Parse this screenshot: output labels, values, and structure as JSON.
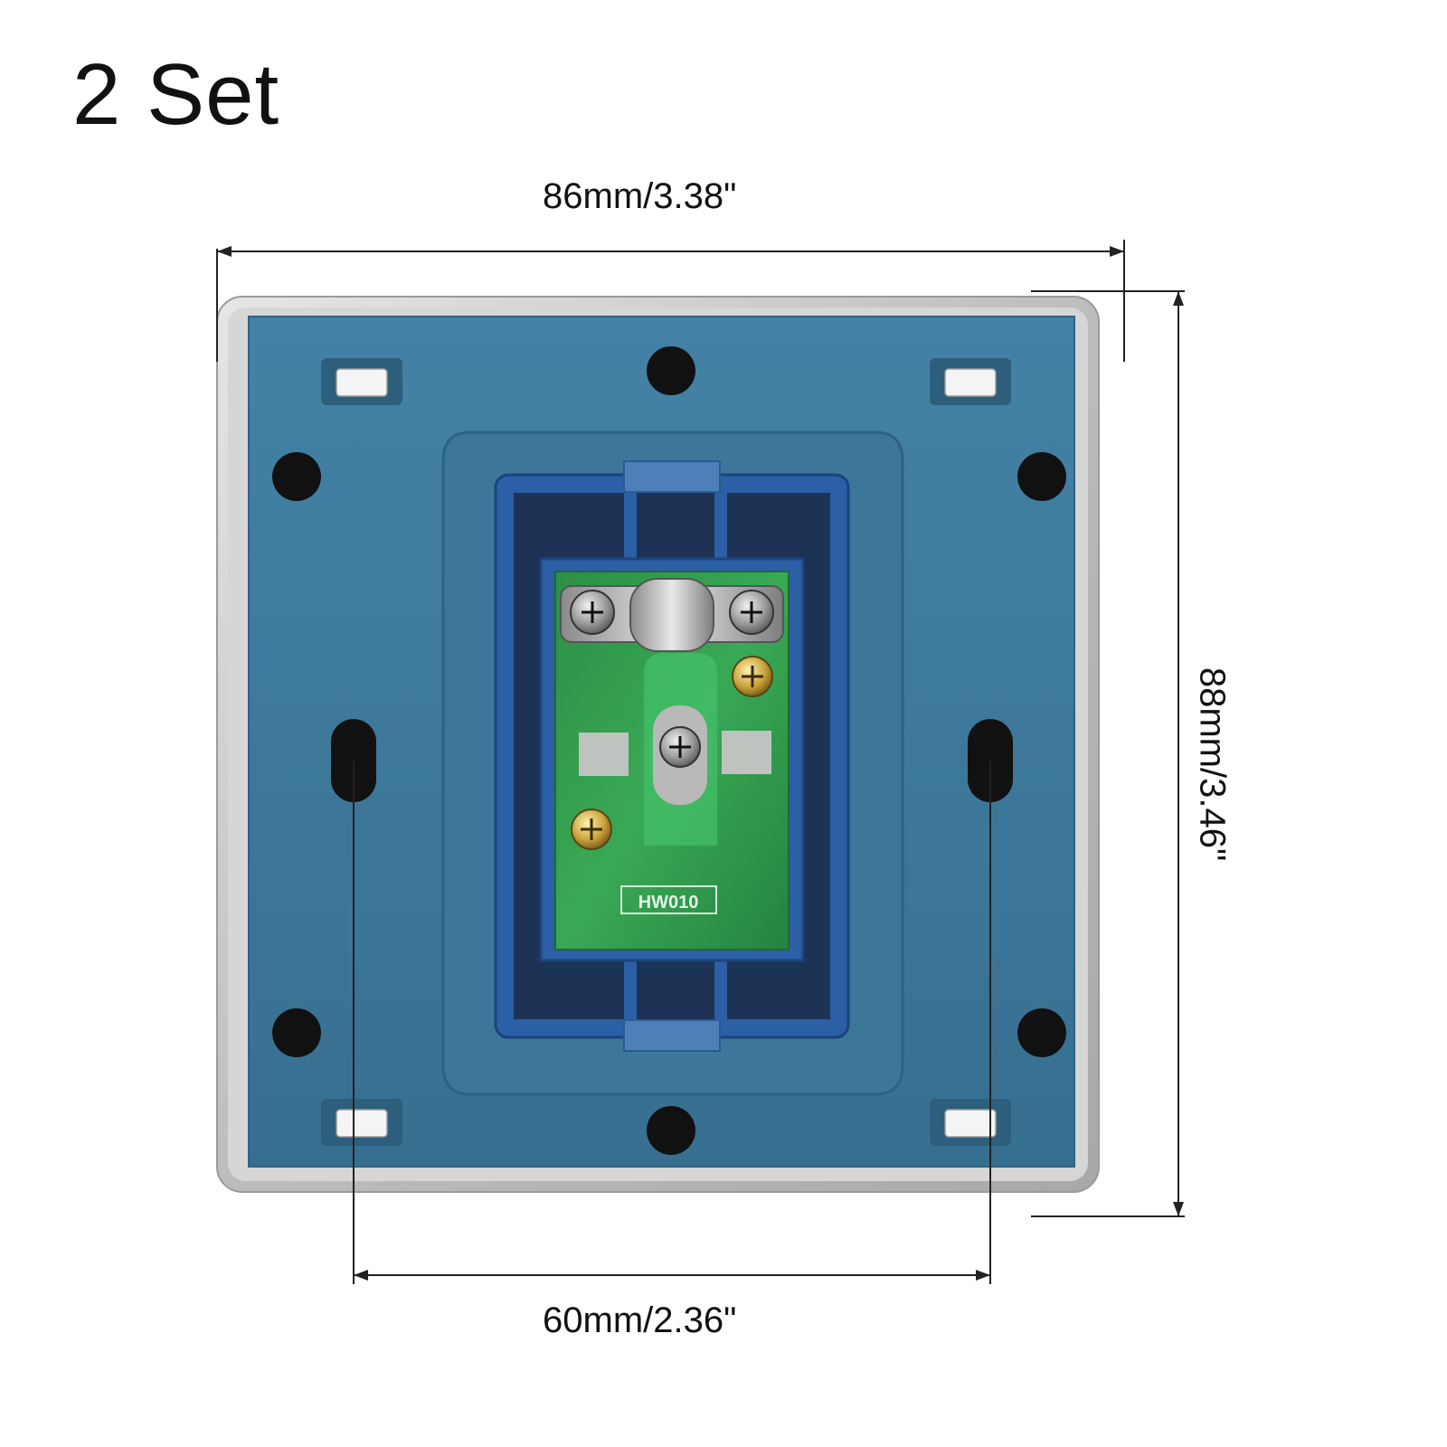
{
  "title": "2 Set",
  "dimensions": {
    "width": "86mm/3.38\"",
    "height": "88mm/3.46\"",
    "hole_spacing": "60mm/2.36\""
  },
  "pcb_label": "HW010",
  "colors": {
    "plate_blue": "#3e7a9c",
    "frame_silver": "#c9c9c9",
    "module_navy": "#1d3356",
    "module_blue": "#2b5fa6",
    "pcb_green": "#2f9a4a"
  }
}
